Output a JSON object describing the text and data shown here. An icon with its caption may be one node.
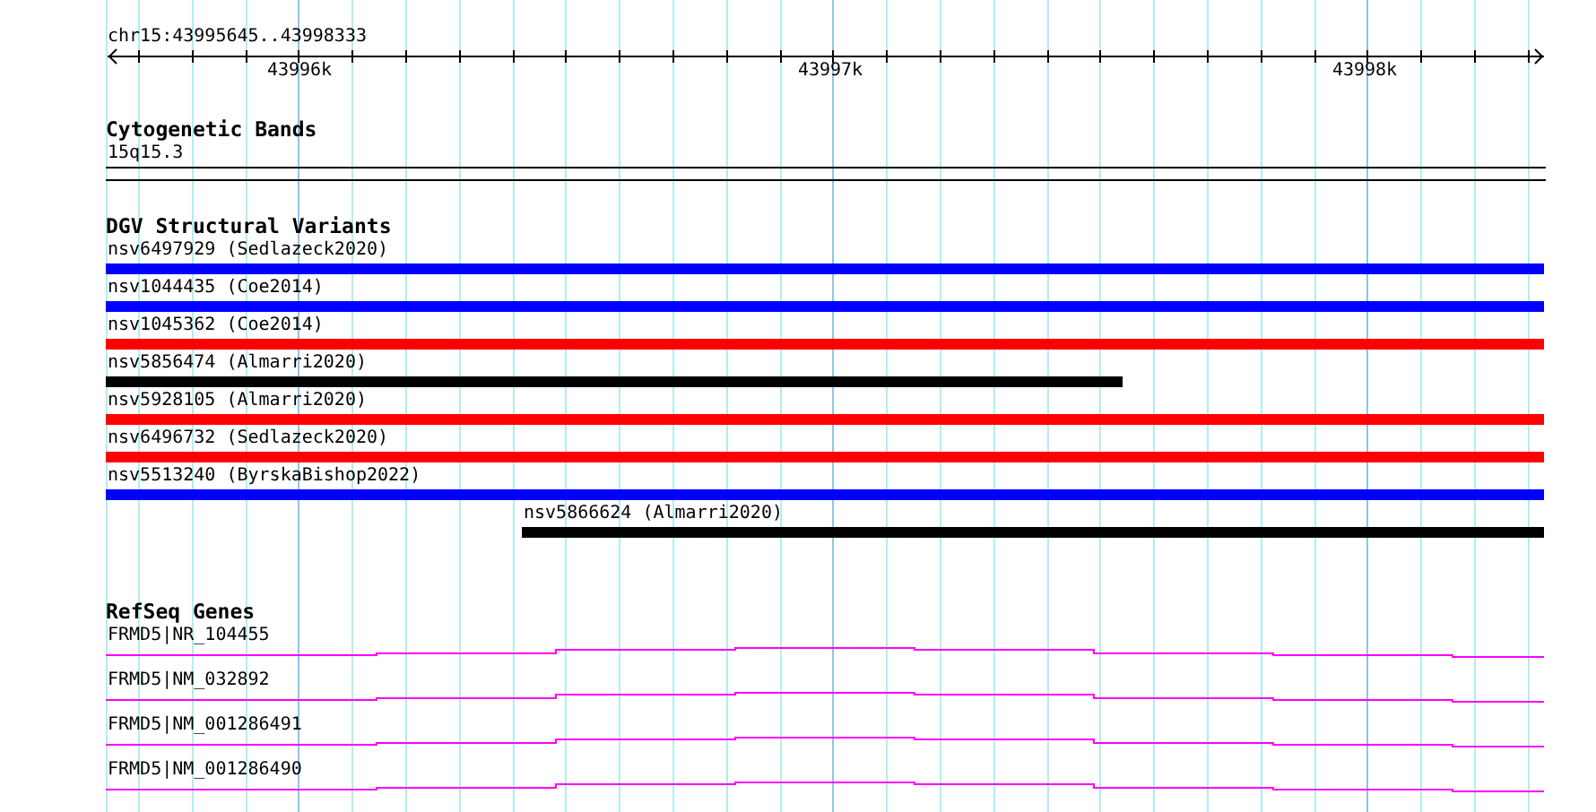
{
  "diagram": {
    "nodes": [
      {
        "text": [
          "15q15.3"
        ]
      },
      {
        "text": [
          "nsv6497929 (Sedlazeck2020)"
        ]
      },
      {
        "text": [
          "nsv1044435 (Coe2014)"
        ]
      },
      {
        "text": [
          "nsv1045362 (Coe2014)"
        ]
      },
      {
        "text": [
          "nsv5856474 (Almarri2020)"
        ]
      },
      {
        "text": [
          "nsv5928105 (Almarri2020)"
        ]
      },
      {
        "text": [
          "nsv6496732 (Sedlazeck2020)"
        ]
      },
      {
        "text": [
          "nsv5513240 (ByrskaBishop2022)"
        ]
      },
      {
        "text": [
          "nsv5866624 (Almarri2020)"
        ]
      },
      {
        "text": [
          "FRMD5|NR_104455"
        ]
      },
      {
        "text": [
          "FRMD5|NM_032892"
        ]
      },
      {
        "text": [
          "FRMD5|NM_001286491"
        ]
      },
      {
        "text": [
          "FRMD5|NM_001286490"
        ]
      }
    ],
    "labels": [
      "chr15:43995645..43998333",
      "43996k",
      "43997k",
      "43998k",
      "Cytogenetic Bands",
      "DGV Structural Variants",
      "RefSeq Genes"
    ]
  }
}
